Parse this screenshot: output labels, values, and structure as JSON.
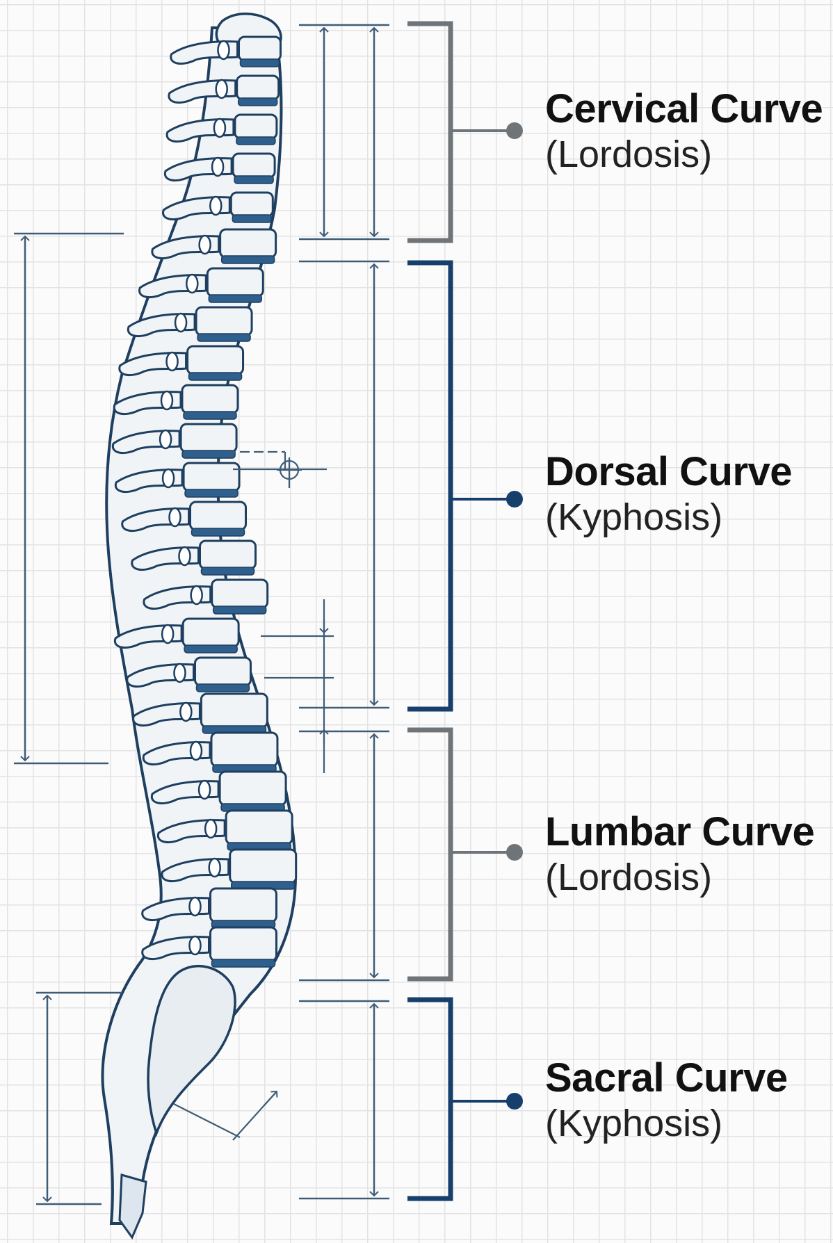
{
  "diagram": {
    "sections": [
      {
        "name": "Cervical Curve",
        "type": "(Lordosis)",
        "color": "#6f7479"
      },
      {
        "name": "Dorsal Curve",
        "type": "(Kyphosis)",
        "color": "#163f6b"
      },
      {
        "name": "Lumbar Curve",
        "type": "(Lordosis)",
        "color": "#6f7479"
      },
      {
        "name": "Sacral Curve",
        "type": "(Kyphosis)",
        "color": "#163f6b"
      }
    ],
    "colors": {
      "bone_outline": "#1e3f60",
      "bone_fill": "#f1f4f7",
      "disc": "#2f5f8c",
      "dimension_line": "#3f5c77",
      "grid": "#e3e3e3",
      "background": "#fbfbfb"
    }
  }
}
